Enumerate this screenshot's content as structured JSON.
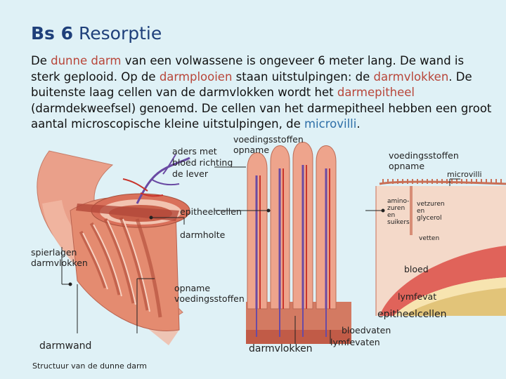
{
  "slide": {
    "title_num": "Bs 6",
    "title_text": " Resorptie",
    "intro": {
      "t1": "De ",
      "h1": "dunne darm",
      "t2": " van een volwassene is ongeveer 6 meter lang. De wand is sterk geplooid. Op de ",
      "h2": "darmplooien",
      "t3": " staan uitstulpingen: de ",
      "h3": "darmvlokken",
      "t4": ". De buitenste laag cellen van de darmvlokken wordt het ",
      "h4": "darmepitheel",
      "t5": " (darmdekweefsel) genoemd. De cellen van het darmepitheel hebben een groot aantal microscopische kleine uitstulpingen, de ",
      "h5": "microvilli",
      "t6": "."
    }
  },
  "figure": {
    "labels": {
      "aders_met": "aders met",
      "bloed_richting": "bloed richting",
      "de_lever": "de lever",
      "voedingsstoffen_opname_top": "voedingsstoffen\nopname",
      "voedingsstoffen_opname_right": "voedingsstoffen\nopname",
      "microvilli": "microvilli",
      "aminozuren": "amino-\nzuren\nen\nsuikers",
      "vetzuren": "vetzuren\nen\nglycerol",
      "vetten": "vetten",
      "epitheelcellen_left": "epitheelcellen",
      "darmholte": "darmholte",
      "spierlagen": "spierlagen\ndarmvlokken",
      "bloed": "bloed",
      "opname_voedingsstoffen": "opname\nvoedingsstoffen",
      "lymfevat": "lymfevat",
      "epitheelcellen_right": "epitheelcellen",
      "bloedvaten": "bloedvaten",
      "lymfevaten": "lymfevaten",
      "darmwand": "darmwand",
      "darmvlokken": "darmvlokken",
      "caption": "Structuur van de dunne darm"
    }
  },
  "colors": {
    "background": "#dff1f6",
    "title": "#1e3f7a",
    "highlight_red": "#b8463a",
    "highlight_blue": "#2e6fa8",
    "tissue": "#e9a184",
    "tissue_dark": "#c9604a",
    "vein": "#6a4aa3",
    "artery": "#c8342c"
  }
}
